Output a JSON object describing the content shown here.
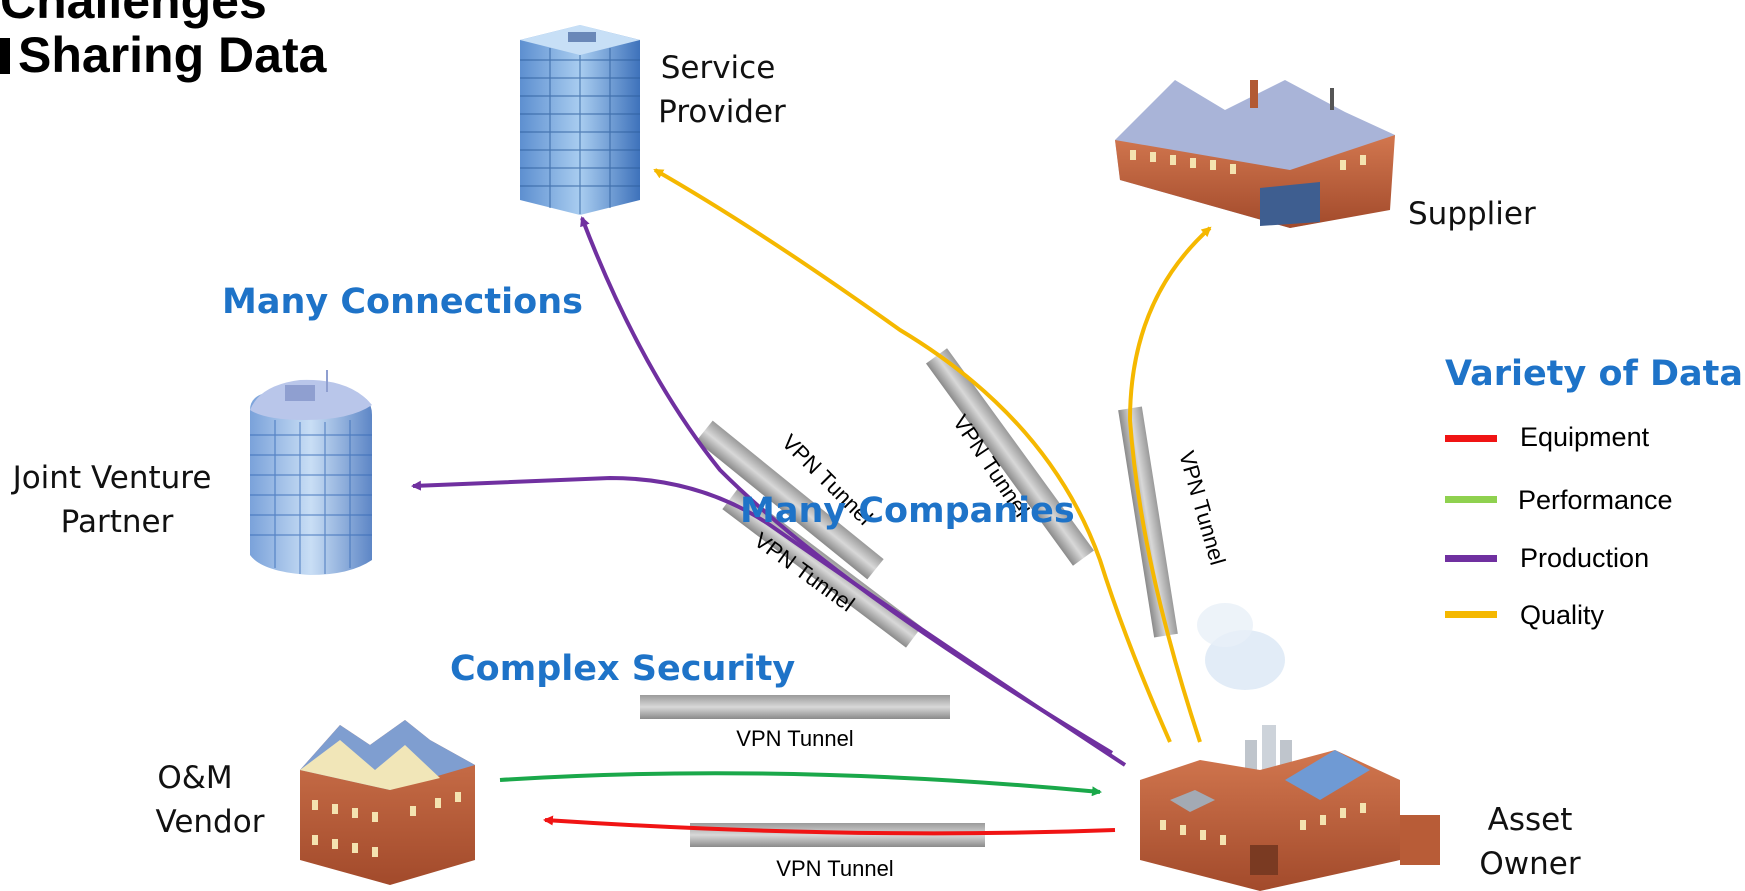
{
  "title": {
    "line1": "Challenges",
    "line2": "Sharing Data"
  },
  "nodes": {
    "service_provider": [
      "Service",
      "Provider"
    ],
    "supplier": "Supplier",
    "joint_venture": [
      "Joint Venture",
      "Partner"
    ],
    "om_vendor": [
      "O&M",
      "Vendor"
    ],
    "asset_owner": [
      "Asset",
      "Owner"
    ]
  },
  "callouts": {
    "many_connections": "Many Connections",
    "many_companies": "Many Companies",
    "complex_security": "Complex Security"
  },
  "tunnel_label": "VPN Tunnel",
  "legend": {
    "title": "Variety of Data",
    "items": [
      {
        "label": "Equipment",
        "color": "#f01414"
      },
      {
        "label": "Performance",
        "color": "#8fd14f"
      },
      {
        "label": "Production",
        "color": "#7030a0"
      },
      {
        "label": "Quality",
        "color": "#f5b800"
      }
    ]
  },
  "flow_colors": {
    "equipment": "#f01414",
    "om_green": "#1aa84a",
    "production": "#7030a0",
    "quality": "#f5b800"
  }
}
